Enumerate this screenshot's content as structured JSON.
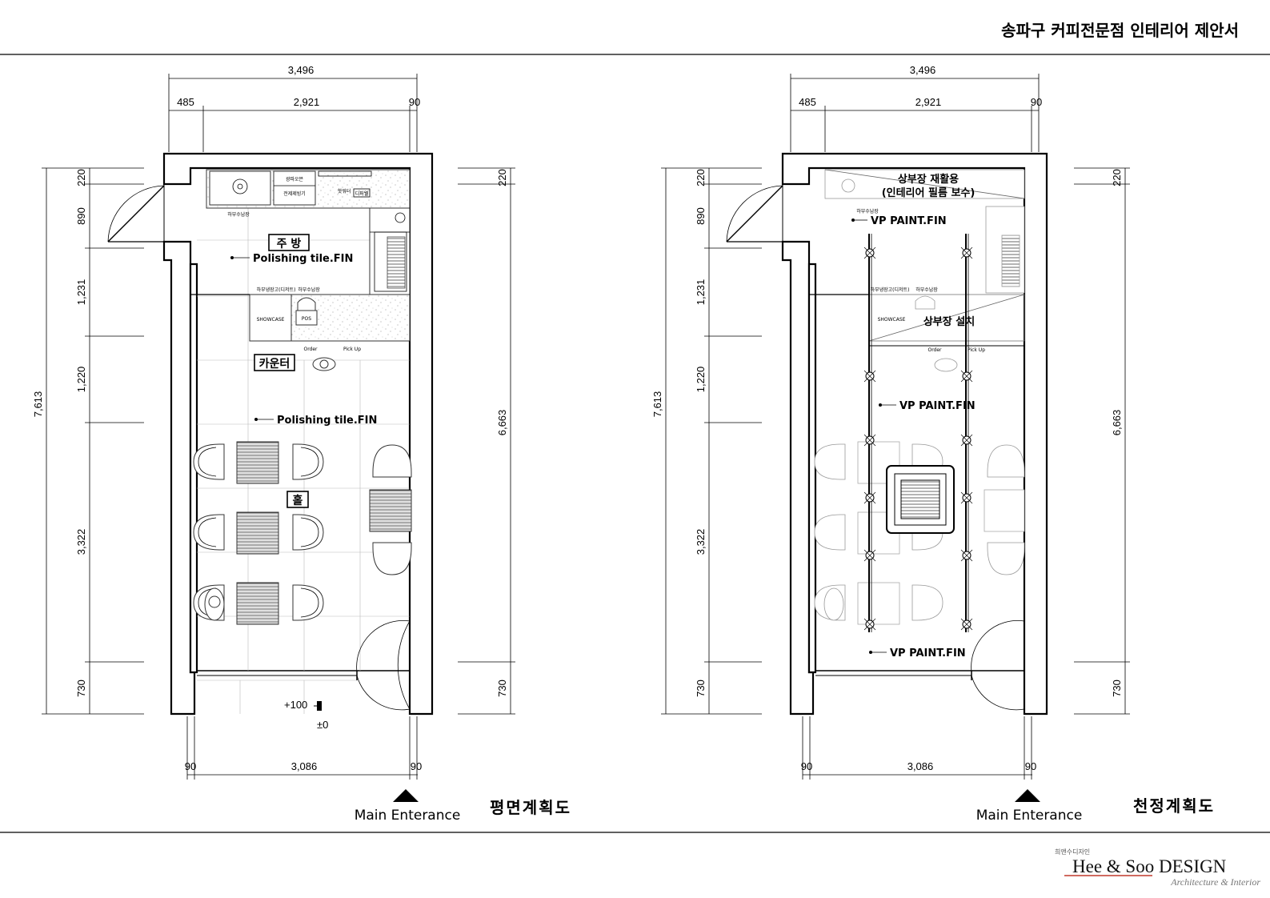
{
  "header": {
    "title": "송파구 커피전문점 인테리어 제안서"
  },
  "dimensions": {
    "overall_width": "3,496",
    "left_offset": "485",
    "inner_width": "2,921",
    "right_offset": "90",
    "bottom_left": "90",
    "bottom_inner": "3,086",
    "bottom_right": "90",
    "total_height": "7,613",
    "seg_220": "220",
    "seg_890": "890",
    "seg_1231": "1,231",
    "seg_1220": "1,220",
    "seg_3322": "3,322",
    "seg_730": "730",
    "right_height": "6,663",
    "right_top": "220",
    "right_bottom": "730"
  },
  "floor_plan": {
    "title": "평면계획도",
    "entrance": "Main Enterance",
    "kitchen_label": "주  방",
    "kitchen_finish": "Polishing tile.FIN",
    "counter_label": "카운터",
    "hall_finish": "Polishing tile.FIN",
    "hall_label": "홀",
    "level_top": "+100",
    "level_bottom": "±0",
    "fixtures": {
      "f1": "광파오븐",
      "f2": "전제제빙기",
      "f3": "핫워터",
      "f4": "디퍼웰",
      "f5": "하부수납장",
      "f6": "하부냉장고(디저트)",
      "f7": "하부수납장",
      "f8": "SHOWCASE",
      "f9": "POS",
      "f10": "Order",
      "f11": "Pick Up"
    }
  },
  "ceiling_plan": {
    "title": "천정계획도",
    "entrance": "Main Enterance",
    "note1_line1": "상부장 재활용",
    "note1_line2": "(인테리어 필름 보수)",
    "finish_top": "VP PAINT.FIN",
    "note2": "상부장 설치",
    "finish_mid": "VP PAINT.FIN",
    "finish_bottom": "VP PAINT.FIN",
    "fixtures": {
      "f5": "하부수납장",
      "f6": "하부냉장고(디저트)",
      "f7": "하부수납장",
      "f8": "SHOWCASE",
      "f10": "Order",
      "f11": "Pick Up"
    }
  },
  "logo": {
    "korean": "희앤수디자인",
    "name": "Hee & Soo DESIGN",
    "tagline": "Architecture & Interior"
  }
}
